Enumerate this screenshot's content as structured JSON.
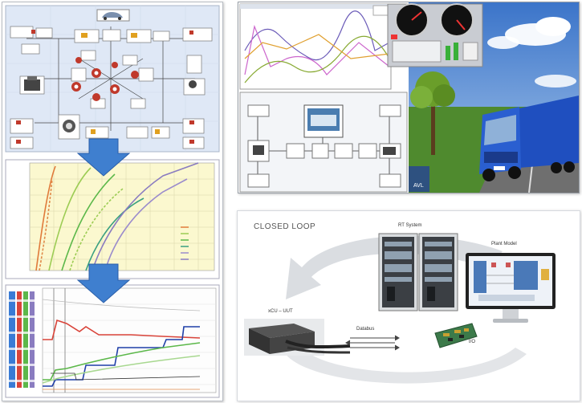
{
  "loop_panel": {
    "title": "CLOSED LOOP",
    "rt_system_label": "RT System",
    "plant_model_label": "Plant Model",
    "ecu_label": "xCU – UUT",
    "databus_label": "Databus",
    "io_label": "I/O"
  },
  "sim_panel": {
    "logo_text": "AVL"
  },
  "colors": {
    "sky_top": "#3b74c9",
    "sky_bottom": "#a8c8ec",
    "grass": "#4f8a2e",
    "truck_blue": "#1f4fbf",
    "chart_bg": "#fbf8cf",
    "diagram_bg": "#dfe8f6",
    "arrow_blue": "#3f7fcf",
    "loop_arrow_grey": "#d5d8dc"
  },
  "icons": [
    "car-icon",
    "engine-icon",
    "gauge-icon",
    "speedometer-icon",
    "truck-icon",
    "tree-icon",
    "server-rack-icon",
    "monitor-icon",
    "circuit-board-icon",
    "ecu-box-icon"
  ]
}
